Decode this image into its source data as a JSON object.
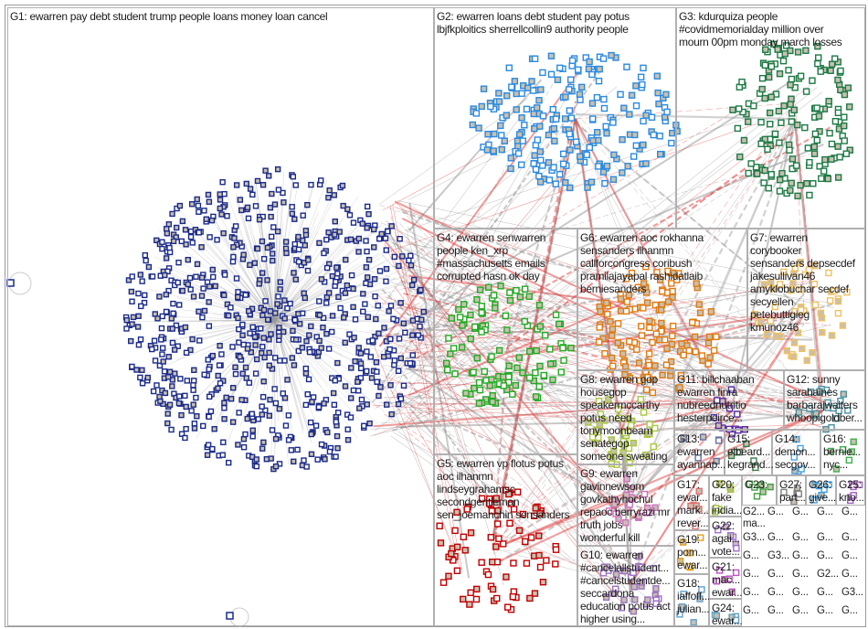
{
  "groups": [
    {
      "id": "G1",
      "label": "G1: ewarren pay debt student trump people loans money loan cancel",
      "color": "#1a2a8a"
    },
    {
      "id": "G2",
      "label": "G2: ewarren loans debt student pay potus\nlbjfkploitics sherrellcollin9 authority people",
      "color": "#2b8ae0"
    },
    {
      "id": "G3",
      "label": "G3: kdurquiza people\n#covidmemorialday million over\nmourn 00pm monday march losses",
      "color": "#1d7a45"
    },
    {
      "id": "G4",
      "label": "G4: ewarren senwarren\npeople ken_xrp\n#massachusetts emails\ncorrupted hasn ok day",
      "color": "#22aa22"
    },
    {
      "id": "G5",
      "label": "G5: ewarren vp flotus potus\naoc ilhanmn\nlindseygrahamsc\nsecondgentleman\nsen_joemanchin sensanders",
      "color": "#c00000"
    },
    {
      "id": "G6",
      "label": "G6: ewarren aoc rokhanna\nsensanders ilhanmn\ncallforcongress coribush\npramilajayapal rashidatlaib\nberniesanders",
      "color": "#e07a10"
    },
    {
      "id": "G7",
      "label": "G7: ewarren\ncorybooker\nsensanders depsecdef\njakesullivan46\namyklobuchar secdef\nsecyellen\npetebuttigieg\nkmunoz46",
      "color": "#f0c060"
    },
    {
      "id": "G8",
      "label": "G8: ewarren gop\nhousegop\nspeakermccarthy\npotus need\ntonymoonbeam\nsenategop\nsomeone sweating",
      "color": "#a8c840"
    },
    {
      "id": "G9",
      "label": "G9: ewarren\ngavinnewsom\ngovkathyhochul\nrepaoc berryrazi mr\ntruth jobs\nwonderful kill",
      "color": "#d070c0"
    },
    {
      "id": "G10",
      "label": "G10: ewarren\n#cancelallstudent...\n#cancelstudentde...\nseccardona\neducation potus act\nhigher using...",
      "color": "#9a70c0"
    },
    {
      "id": "G11",
      "label": "G11: billchaaban\newarren finra\nnubreednutritio\nhesterpeirce...",
      "color": "#5a2aa0"
    },
    {
      "id": "G12",
      "label": "G12: sunny\nsarahaines\nbarbarajwalters\nwhoopigoldber...",
      "color": "#4a90a0"
    },
    {
      "id": "G13",
      "label": "G13:\newarren\nayannap...",
      "color": "#6070a0"
    },
    {
      "id": "G15",
      "label": "G15:\nelbeard...\nkegrand...",
      "color": "#3a7a4a"
    },
    {
      "id": "G14",
      "label": "G14:\ndemon...\nsecgov...",
      "color": "#4aa0e0"
    },
    {
      "id": "G16",
      "label": "G16:\nbernie...\nnyc...",
      "color": "#40b050"
    },
    {
      "id": "G17",
      "label": "G17:\newar...\nmark...\nrever...",
      "color": "#e07070"
    },
    {
      "id": "G20",
      "label": "G20:\nfake\nindia...",
      "color": "#a0c040"
    },
    {
      "id": "G23",
      "label": "G23:",
      "color": "#40a040"
    },
    {
      "id": "G27",
      "label": "G27:\npart...",
      "color": "#808080"
    },
    {
      "id": "G26",
      "label": "G26:\ngive...",
      "color": "#40a0e0"
    },
    {
      "id": "G25",
      "label": "G25:\nkno...",
      "color": "#a060c0"
    },
    {
      "id": "G19",
      "label": "G19:\npom...\newar...",
      "color": "#e0a020"
    },
    {
      "id": "G22",
      "label": "G22:\nagai...\nvote...",
      "color": "#a070d0"
    },
    {
      "id": "G21",
      "label": "G21:\nmac...\newar...",
      "color": "#c050c0"
    },
    {
      "id": "G18",
      "label": "G18:\niaffoff...\njulian...",
      "color": "#60a0d0"
    },
    {
      "id": "G24",
      "label": "G24:\newar...",
      "color": "#60a0c0"
    }
  ],
  "minor_labels": [
    "G2...\nma...",
    "G...",
    "G...",
    "G...",
    "G...",
    "G3...",
    "G...",
    "G...",
    "G...",
    "G...",
    "G...",
    "G3...",
    "G...",
    "G...",
    "G...",
    "G...",
    "G...",
    "G...",
    "G2...",
    "G...",
    "G...",
    "G...",
    "G...",
    "G...",
    "G3...",
    "G...",
    "G...",
    "G...",
    "G...",
    "G..."
  ]
}
